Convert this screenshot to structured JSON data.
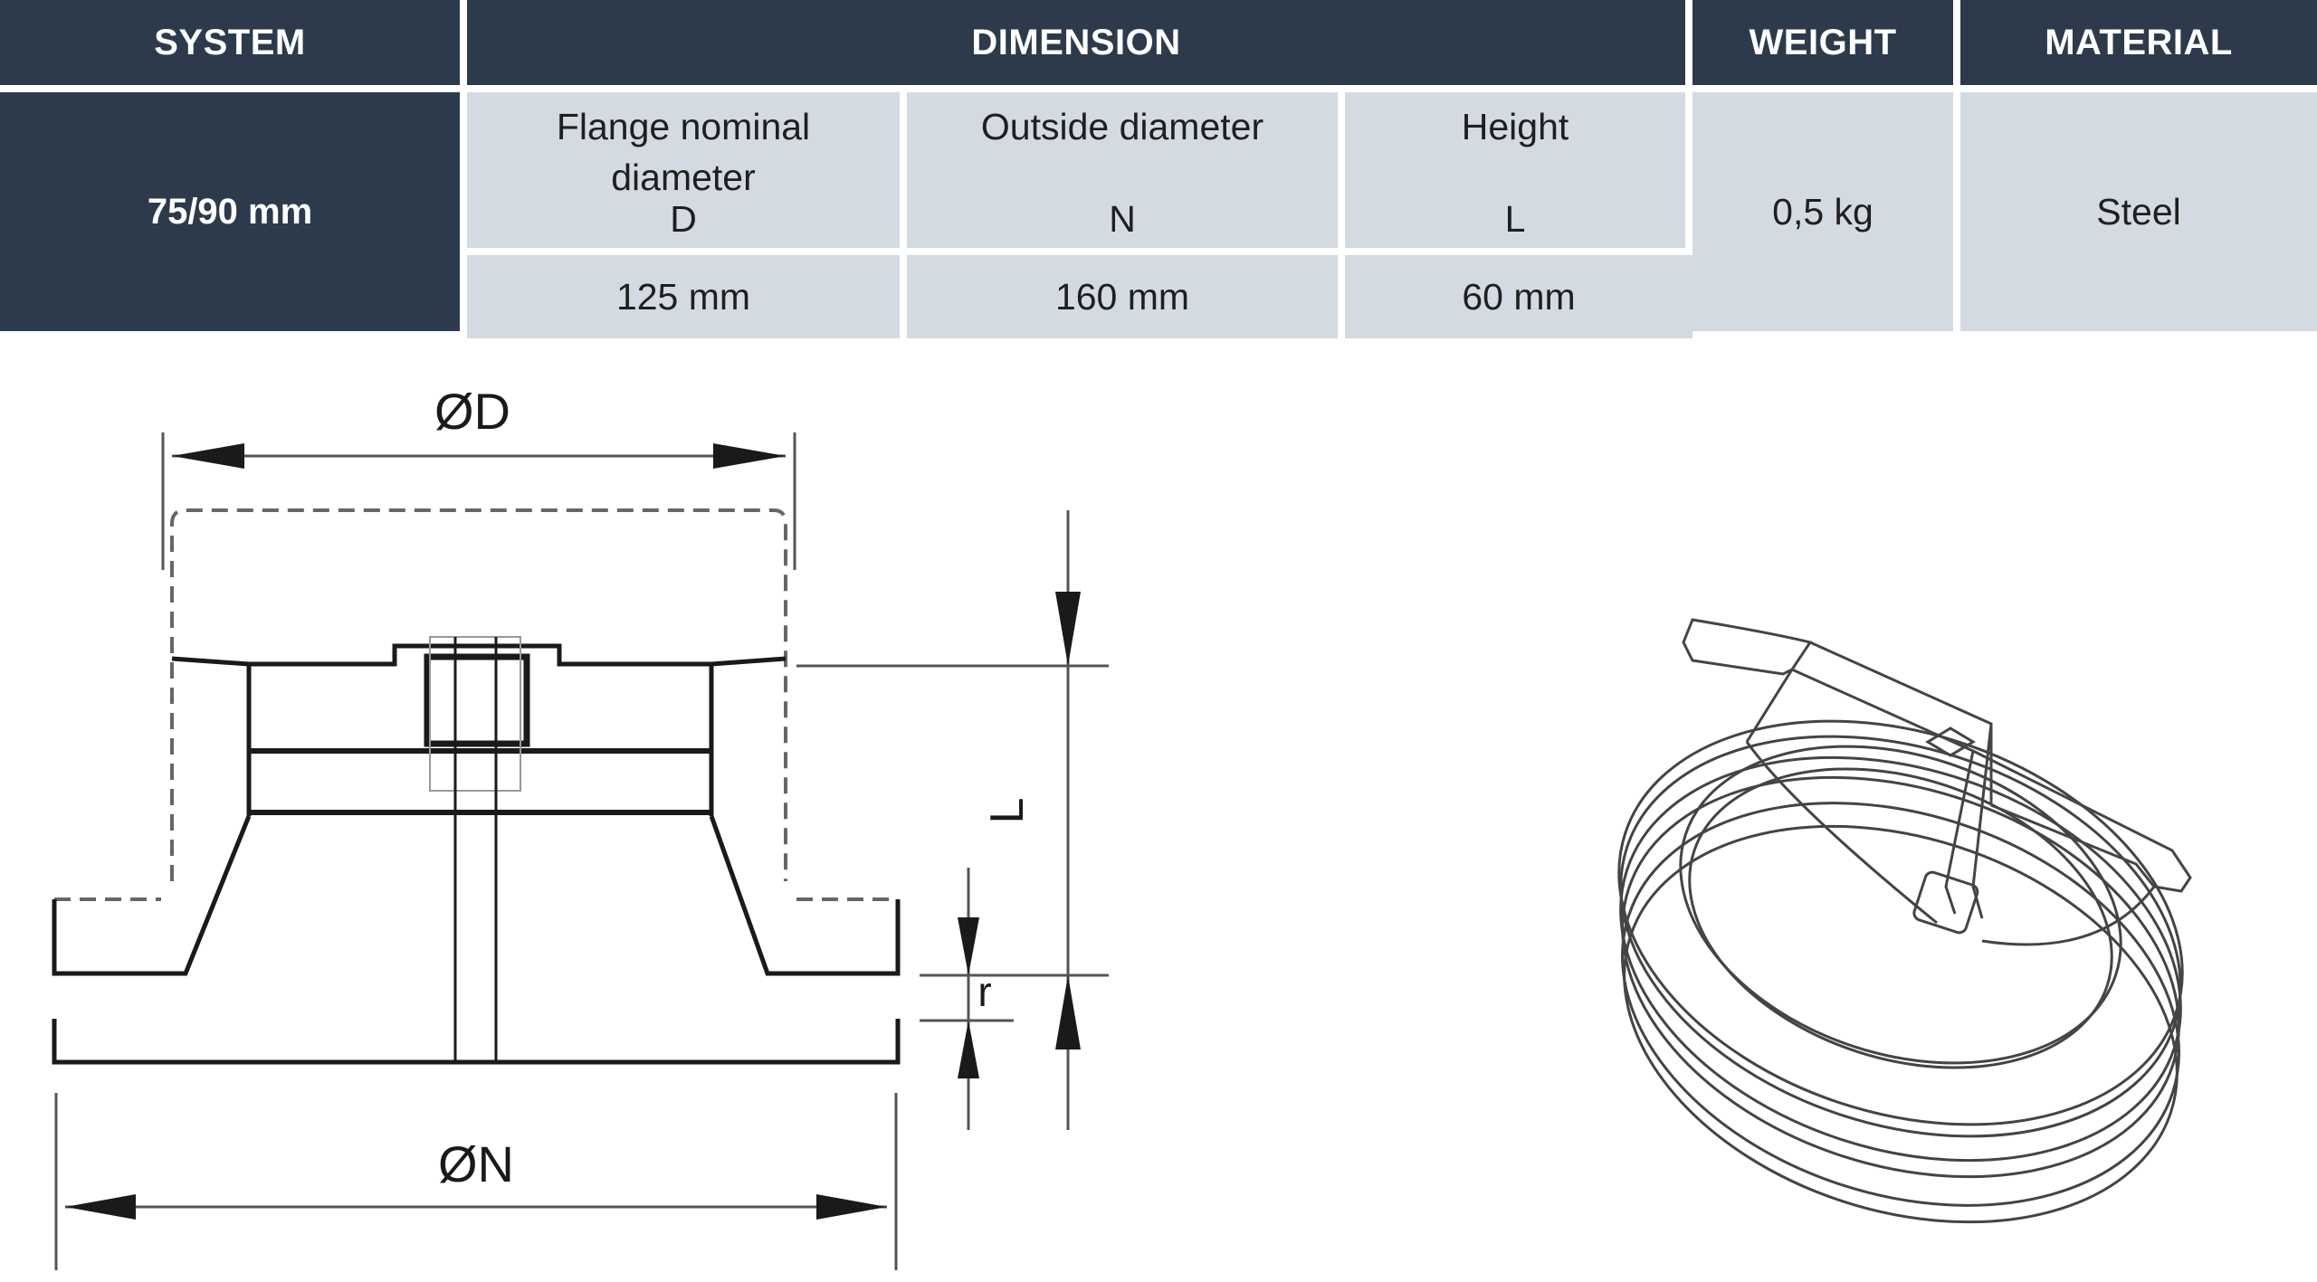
{
  "table": {
    "headers": {
      "system": "SYSTEM",
      "dimension": "DIMENSION",
      "weight": "WEIGHT",
      "material": "MATERIAL"
    },
    "system_value": "75/90 mm",
    "dimension_columns": [
      {
        "label": "Flange nominal diameter",
        "letter": "D",
        "value": "125 mm"
      },
      {
        "label": "Outside diameter",
        "letter": "N",
        "value": "160 mm"
      },
      {
        "label": "Height",
        "letter": "L",
        "value": "60 mm"
      }
    ],
    "weight_value": "0,5 kg",
    "material_value": "Steel"
  },
  "drawing": {
    "label_d": "ØD",
    "label_n": "ØN",
    "label_l": "L",
    "label_r": "r"
  }
}
